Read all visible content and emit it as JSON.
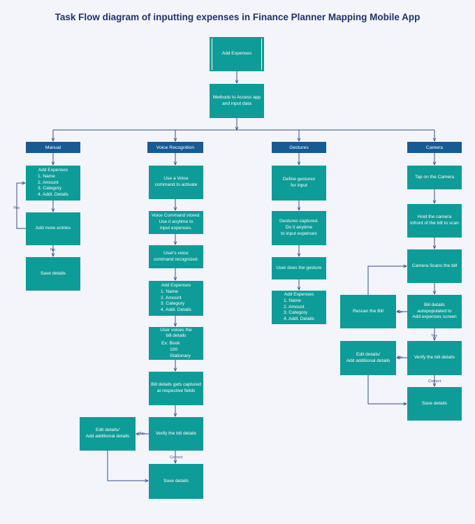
{
  "title": "Task Flow diagram of inputting expenses in Finance Planner Mapping Mobile App",
  "colors": {
    "box": "#0e9c98",
    "header": "#175a94",
    "line": "#3b4a88",
    "title": "#23306b",
    "background": "#f3f5fa"
  },
  "root": {
    "start": "Add Expenses",
    "methods": [
      "Methods to Access app",
      "and input data"
    ]
  },
  "columns": [
    {
      "header": "Manual",
      "nodes": [
        {
          "lines": [
            "Add Expenses"
          ],
          "list": [
            "1. Name",
            "2. Amount",
            "3. Category",
            "4. Addl. Details"
          ]
        },
        {
          "lines": [
            "Add more entries"
          ]
        },
        {
          "lines": [
            "Save details"
          ]
        }
      ],
      "labels": [
        "Yes",
        "No"
      ]
    },
    {
      "header": "Voice Recognition",
      "nodes": [
        {
          "lines": [
            "Use a Voice",
            "command to activate"
          ]
        },
        {
          "lines": [
            "Voice Command stored.",
            "Use it anytime to",
            "input expenses."
          ]
        },
        {
          "lines": [
            "User's voice",
            "command recognized."
          ]
        },
        {
          "lines": [
            "Add Expenses"
          ],
          "list": [
            "1. Name",
            "2. Amount",
            "3. Category",
            "4. Addl. Details"
          ]
        },
        {
          "lines": [
            "User voices the",
            "bill details"
          ],
          "example": [
            "Ex: Book",
            "100",
            "Stationary"
          ]
        },
        {
          "lines": [
            "Bill details gets captured",
            "at respective fields"
          ]
        },
        {
          "lines": [
            "Verify the bill details"
          ]
        },
        {
          "lines": [
            "Save details"
          ]
        },
        {
          "lines": [
            "Edit details/",
            "Add additional details"
          ]
        }
      ],
      "labels": [
        "No",
        "Correct"
      ]
    },
    {
      "header": "Gestures",
      "nodes": [
        {
          "lines": [
            "Define gestures",
            "for input"
          ]
        },
        {
          "lines": [
            "Gestures captured.",
            "Do it anytime",
            "to input expenses"
          ]
        },
        {
          "lines": [
            "User does the gesture"
          ]
        },
        {
          "lines": [
            "Add Expenses"
          ],
          "list": [
            "1. Name",
            "2. Amount",
            "3. Category",
            "4. Addl. Details"
          ]
        }
      ]
    },
    {
      "header": "Camera",
      "nodes": [
        {
          "lines": [
            "Tap on the Camera"
          ]
        },
        {
          "lines": [
            "Hold the camera",
            "infront of the bill to scan"
          ]
        },
        {
          "lines": [
            "Camera Scans the bill"
          ]
        },
        {
          "lines": [
            "Bill details",
            "autopopulated to",
            "Add expenses screen"
          ]
        },
        {
          "lines": [
            "Verify the bill details"
          ]
        },
        {
          "lines": [
            "Save details"
          ]
        },
        {
          "lines": [
            "Rescan the Bill"
          ]
        },
        {
          "lines": [
            "Edit details/",
            "Add additional details"
          ]
        }
      ],
      "labels": [
        "No",
        "Yes",
        "No",
        "Correct"
      ]
    }
  ]
}
